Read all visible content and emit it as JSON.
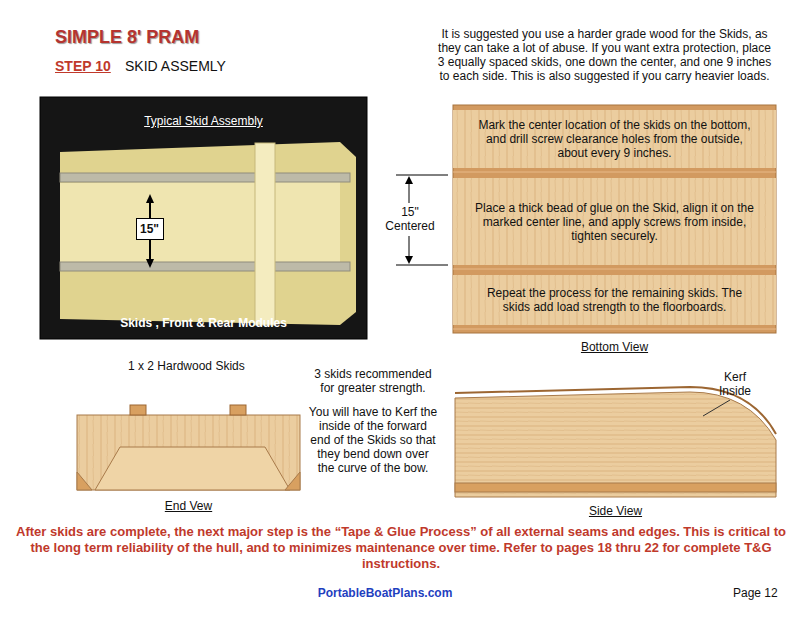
{
  "diagram": {
    "title": "SIMPLE 8' PRAM",
    "nodes": [
      {
        "text": [
          "Typical Skid Assembly",
          "Skids , Front & Rear Modules"
        ]
      },
      {
        "text": [
          "15\""
        ],
        "in": 0
      },
      {
        "text": [
          "Bottom View"
        ]
      },
      {
        "text": [
          "Mark the center location of the skids on the bottom, and drill screw clearance holes from the outside, about every 9 inches."
        ],
        "in": 2
      },
      {
        "text": [
          "Place a thick bead of glue on the Skid, align it on the marked center line, and apply screws from inside, tighten securely."
        ],
        "in": 2
      },
      {
        "text": [
          "Repeat the process for the remaining skids. The skids add load strength to the floorboards."
        ],
        "in": 2
      },
      {
        "text": [
          "End Vew"
        ]
      },
      {
        "text": [
          "Side View"
        ]
      }
    ],
    "labels": [
      "STEP 10",
      "SKID ASSEMLY",
      "It is suggested you use a harder grade wood for the Skids, as they can take a lot of abuse. If you want extra protection, place 3 equally spaced skids, one down the center, and one 9 inches to each side. This is also suggested if you carry heavier loads.",
      "15\" Centered",
      "1 x 2 Hardwood Skids",
      "3 skids recommended for greater strength.",
      "You will have to Kerf the inside of the forward end of the Skids so that they bend down over the curve of the bow.",
      "Kerf Inside",
      "After skids are complete, the next major step is the “Tape & Glue Process” of all external seams and edges. This is critical to the long term reliability of the hull, and to minimizes maintenance over time. Refer to pages 18 thru 22 for complete T&G instructions.",
      "PortableBoatPlans.com",
      "Page 12"
    ]
  }
}
